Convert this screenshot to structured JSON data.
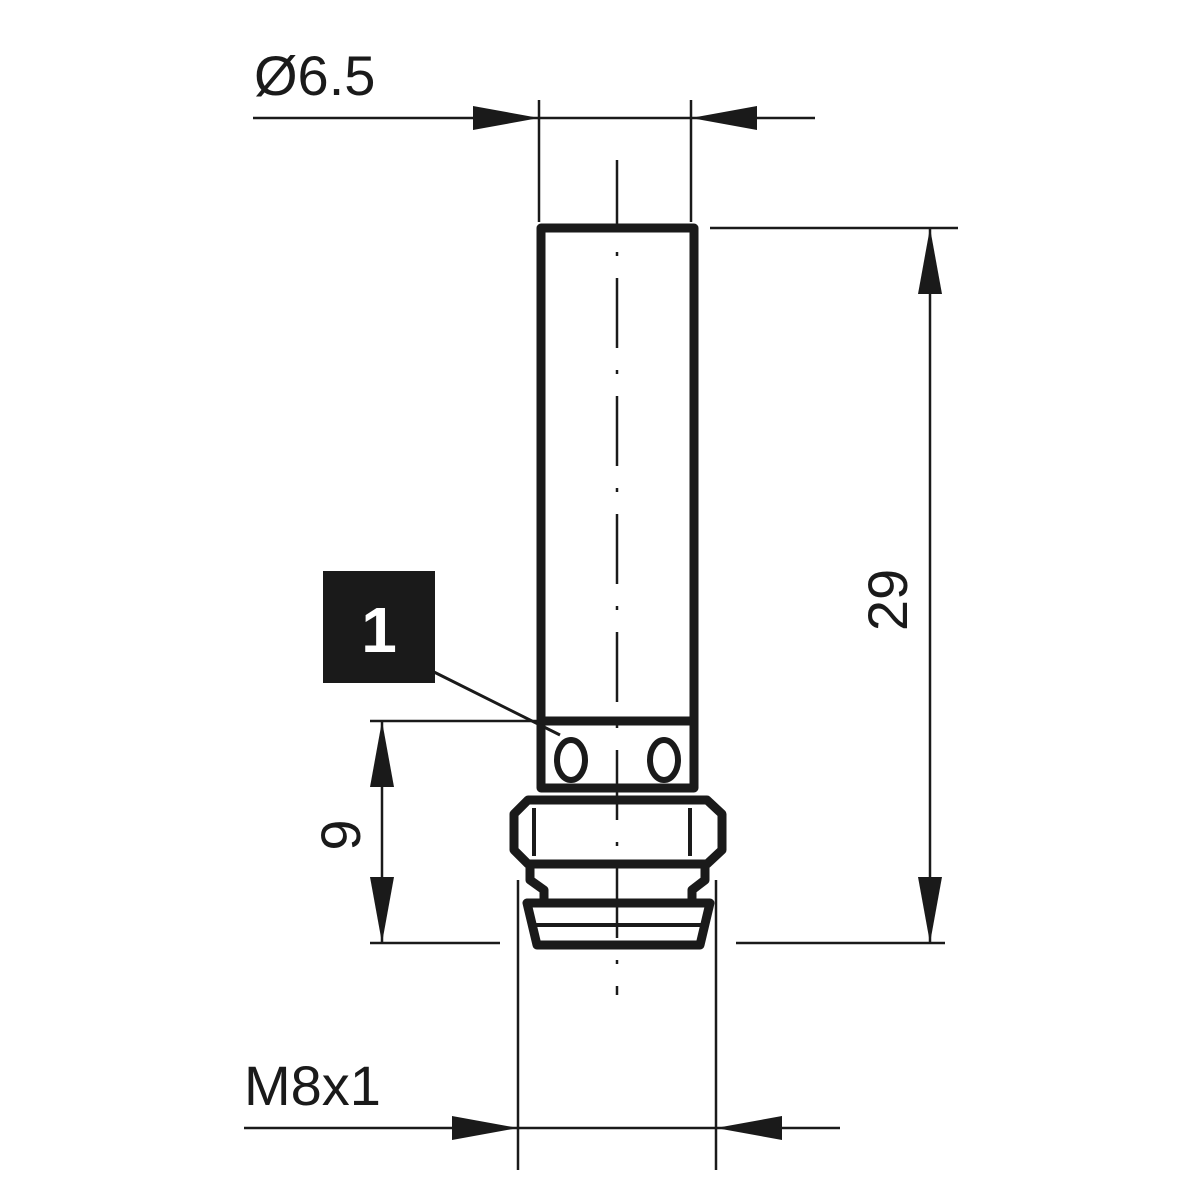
{
  "dimensions": {
    "diameter_label": "Ø6.5",
    "length_label": "29",
    "thread_length_label": "9",
    "thread_label": "M8x1"
  },
  "callout": {
    "number": "1"
  },
  "colors": {
    "line": "#1a1a1a",
    "callout_background": "#1a1a1a",
    "callout_text": "#ffffff",
    "background": "#ffffff"
  }
}
